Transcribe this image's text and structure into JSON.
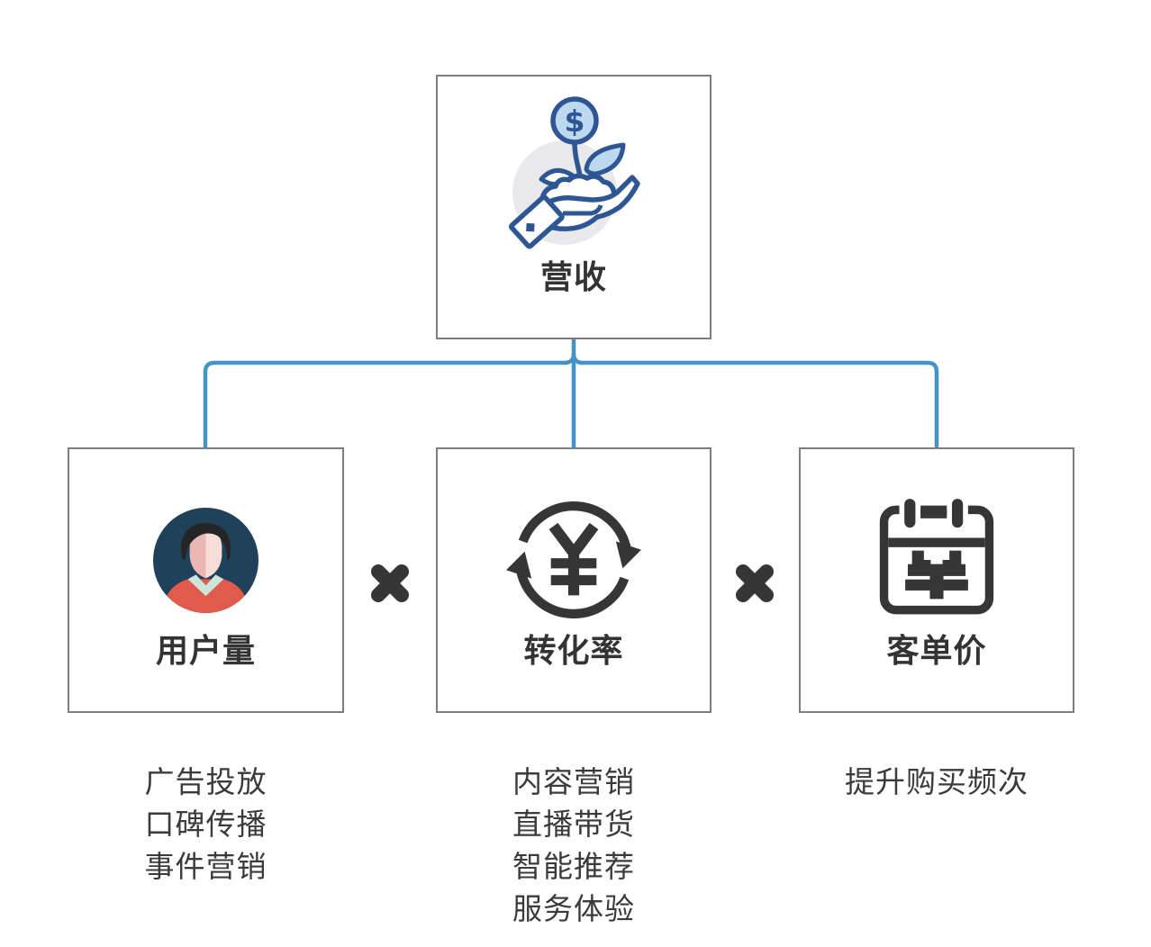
{
  "diagram": {
    "root": {
      "label": "营收",
      "icon": "money-plant-in-hand"
    },
    "operator": "×",
    "factors": [
      {
        "label": "用户量",
        "icon": "user-avatar",
        "tactics": [
          "广告投放",
          "口碑传播",
          "事件营销"
        ]
      },
      {
        "label": "转化率",
        "icon": "yuan-refresh-cycle",
        "tactics": [
          "内容营销",
          "直播带货",
          "智能推荐",
          "服务体验"
        ]
      },
      {
        "label": "客单价",
        "icon": "calendar-yuan",
        "tactics": [
          "提升购买频次"
        ]
      }
    ],
    "colors": {
      "connector": "#4493c7",
      "box_border": "#7e7e7e",
      "text": "#333333",
      "icon_dark": "#363636",
      "icon_navy": "#2e5694",
      "icon_light_blue": "#bdd9f2",
      "icon_circle_bg": "#e9e9ec",
      "avatar_bg": "#20415a",
      "avatar_hair": "#252525",
      "avatar_face_left": "#eab7b2",
      "avatar_face_right": "#f6ddd8",
      "avatar_collar": "#cde4da",
      "avatar_shirt": "#e25a4d"
    }
  }
}
